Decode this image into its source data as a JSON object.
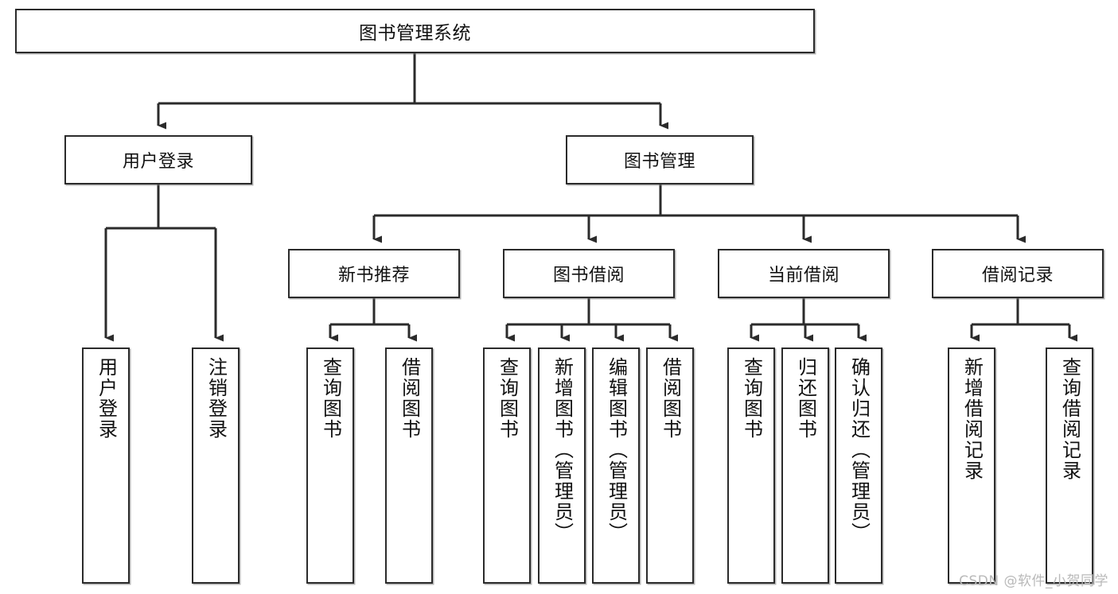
{
  "diagram": {
    "type": "tree-hierarchy",
    "title": "图书管理系统",
    "orientation": "top-down",
    "colors": {
      "box_border": "#2b2b2b",
      "box_fill": "#ffffff",
      "connector": "#2b2b2b",
      "text": "#111111",
      "watermark": "#b9b9b9"
    },
    "watermark": "CSDN @软件_小贺同学"
  },
  "nodes": {
    "root": {
      "label": "图书管理系统"
    },
    "level1": [
      {
        "id": "user-login",
        "label": "用户登录"
      },
      {
        "id": "book-management",
        "label": "图书管理"
      }
    ],
    "level2": [
      {
        "id": "new-book-recommend",
        "label": "新书推荐",
        "parent": "book-management"
      },
      {
        "id": "book-borrow",
        "label": "图书借阅",
        "parent": "book-management"
      },
      {
        "id": "current-borrow",
        "label": "当前借阅",
        "parent": "book-management"
      },
      {
        "id": "borrow-record",
        "label": "借阅记录",
        "parent": "book-management"
      }
    ],
    "leaves": [
      {
        "id": "leaf-user-login",
        "label": "用户登录",
        "parent": "user-login"
      },
      {
        "id": "leaf-logout-login",
        "label": "注销登录",
        "parent": "user-login"
      },
      {
        "id": "leaf-query-book-1",
        "label": "查询图书",
        "parent": "new-book-recommend"
      },
      {
        "id": "leaf-borrow-book-1",
        "label": "借阅图书",
        "parent": "new-book-recommend"
      },
      {
        "id": "leaf-query-book-2",
        "label": "查询图书",
        "parent": "book-borrow"
      },
      {
        "id": "leaf-add-book",
        "label": "新增图书（管理员）",
        "parent": "book-borrow"
      },
      {
        "id": "leaf-edit-book",
        "label": "编辑图书（管理员）",
        "parent": "book-borrow"
      },
      {
        "id": "leaf-borrow-book-2",
        "label": "借阅图书",
        "parent": "book-borrow"
      },
      {
        "id": "leaf-query-book-3",
        "label": "查询图书",
        "parent": "current-borrow"
      },
      {
        "id": "leaf-return-book",
        "label": "归还图书",
        "parent": "current-borrow"
      },
      {
        "id": "leaf-confirm-return",
        "label": "确认归还（管理员）",
        "parent": "current-borrow"
      },
      {
        "id": "leaf-add-record",
        "label": "新增借阅记录",
        "parent": "borrow-record"
      },
      {
        "id": "leaf-query-record",
        "label": "查询借阅记录",
        "parent": "borrow-record"
      }
    ]
  }
}
